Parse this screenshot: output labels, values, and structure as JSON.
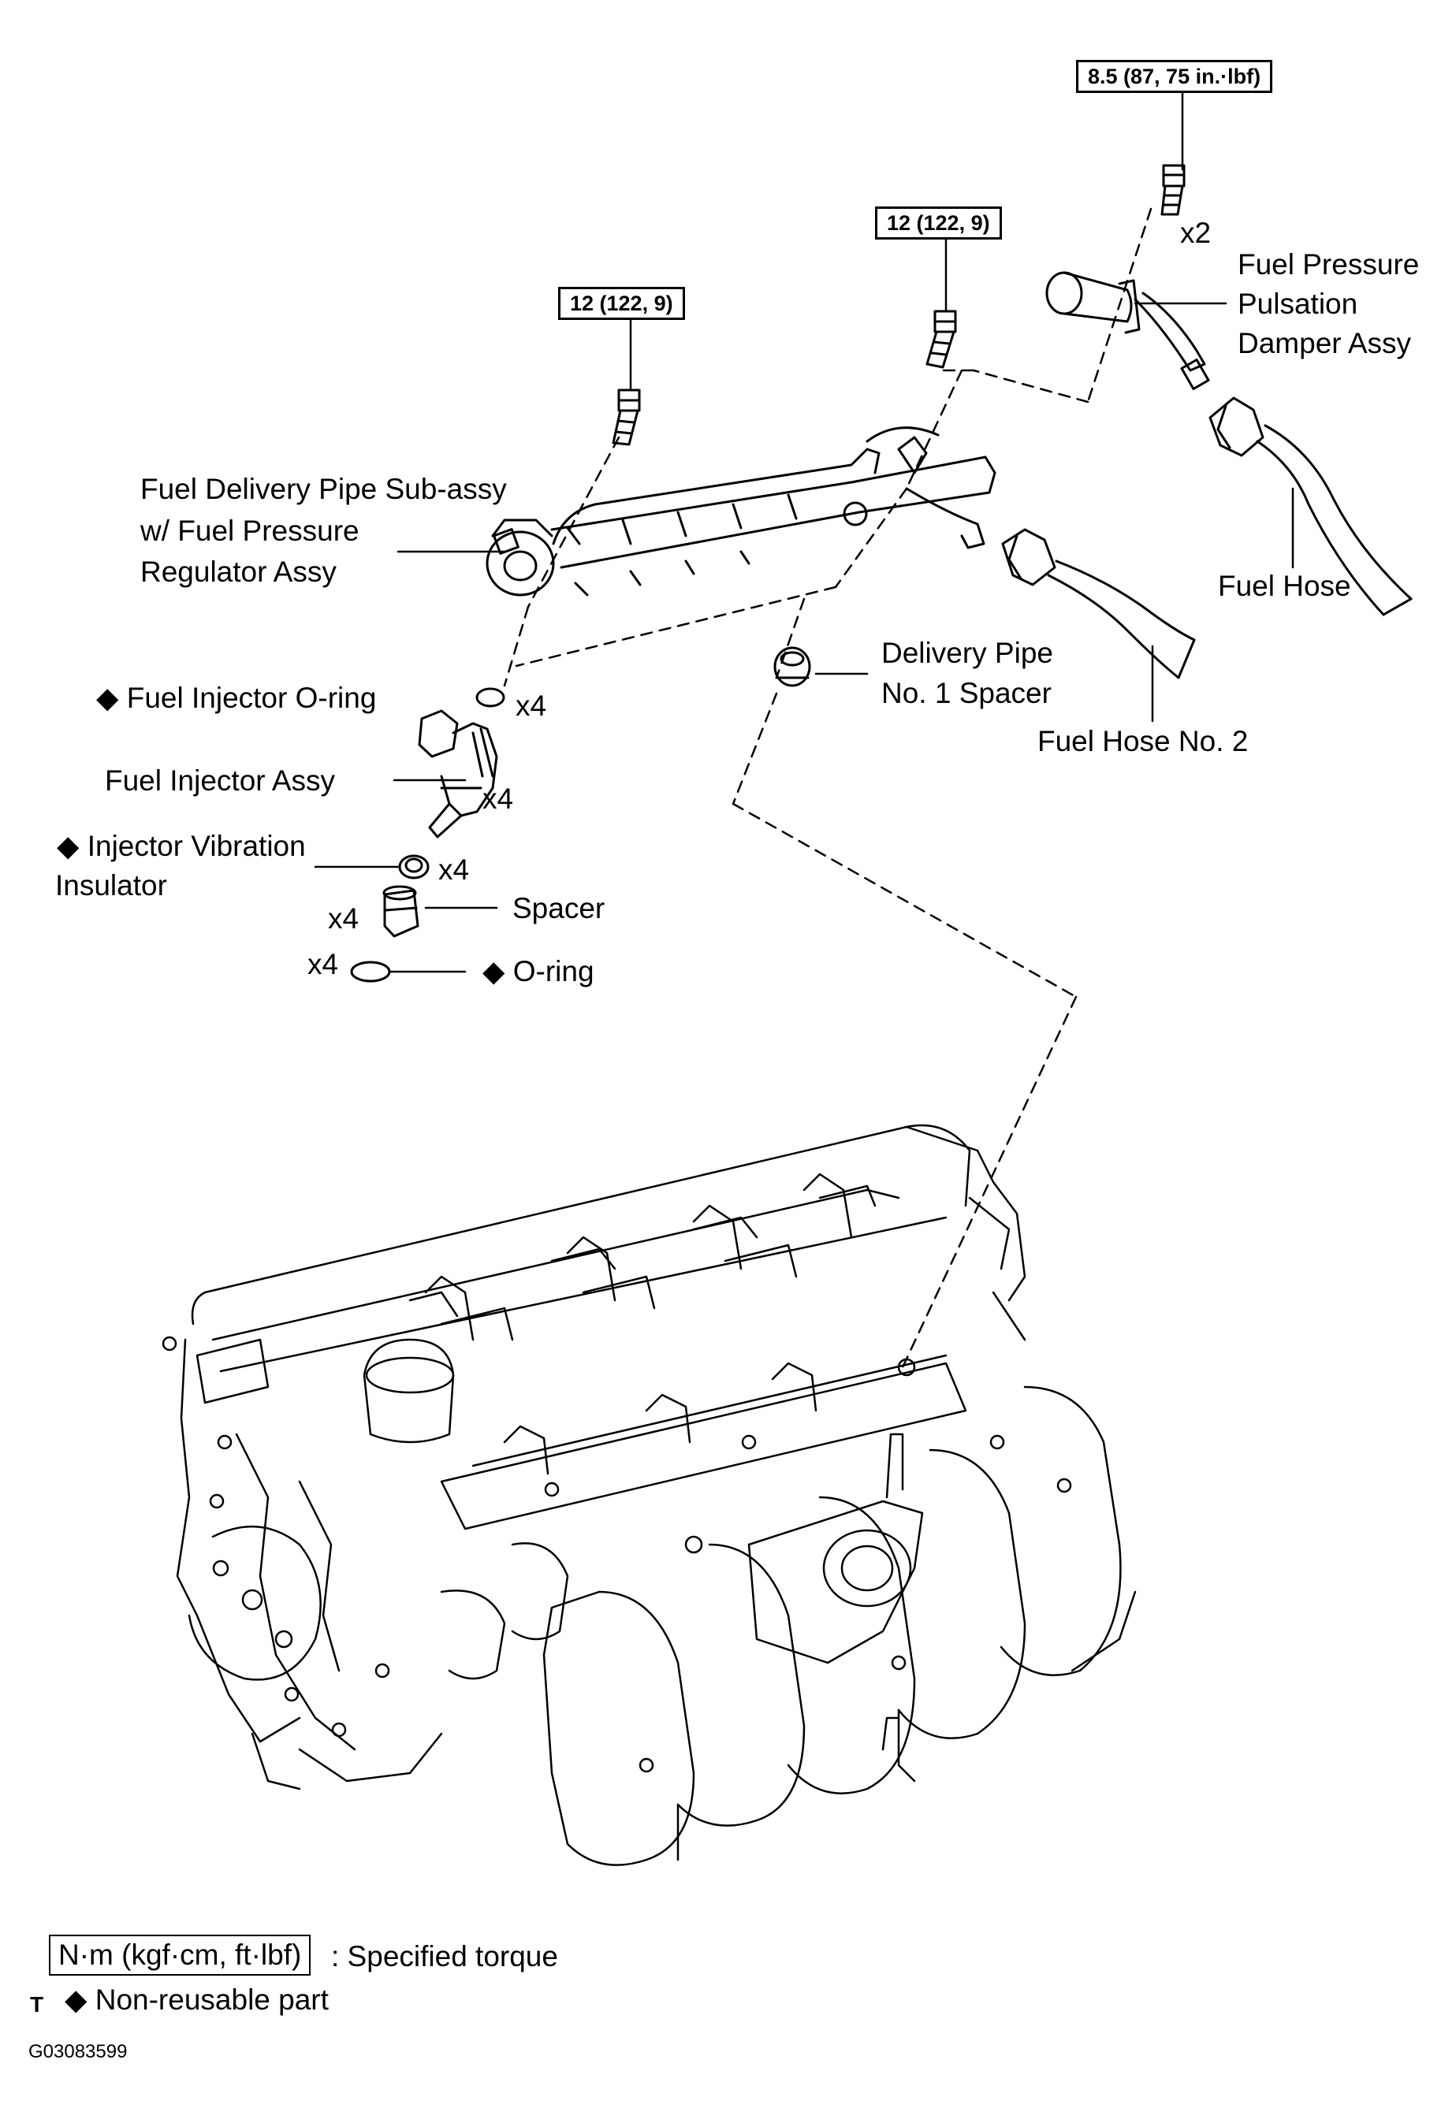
{
  "torque_specs": {
    "damper_bolt": "8.5 (87, 75 in.·lbf)",
    "pipe_bolt_right": "12 (122, 9)",
    "pipe_bolt_left": "12 (122, 9)"
  },
  "parts": {
    "damper_qty": "x2",
    "damper_label": [
      "Fuel Pressure",
      "Pulsation",
      "Damper Assy"
    ],
    "delivery_pipe_label": [
      "Fuel Delivery Pipe Sub-assy",
      "w/ Fuel Pressure",
      "Regulator Assy"
    ],
    "fuel_hose": "Fuel Hose",
    "fuel_hose_no2": "Fuel Hose No. 2",
    "spacer_label": [
      "Delivery Pipe",
      "No. 1 Spacer"
    ],
    "injector_oring": "◆ Fuel Injector O-ring",
    "injector_oring_qty": "x4",
    "injector_assy": "Fuel Injector Assy",
    "injector_assy_qty": "x4",
    "vibration_insulator": [
      "◆ Injector Vibration",
      "Insulator"
    ],
    "vibration_insulator_qty": "x4",
    "spacer": "Spacer",
    "spacer_qty": "x4",
    "oring": "◆  O-ring",
    "oring_qty": "x4"
  },
  "legend": {
    "torque_unit": "N·m (kgf·cm, ft·lbf)",
    "torque_text": ": Specified torque",
    "marker": "T",
    "non_reusable": "◆  Non-reusable part"
  },
  "figure_id": "G03083599"
}
